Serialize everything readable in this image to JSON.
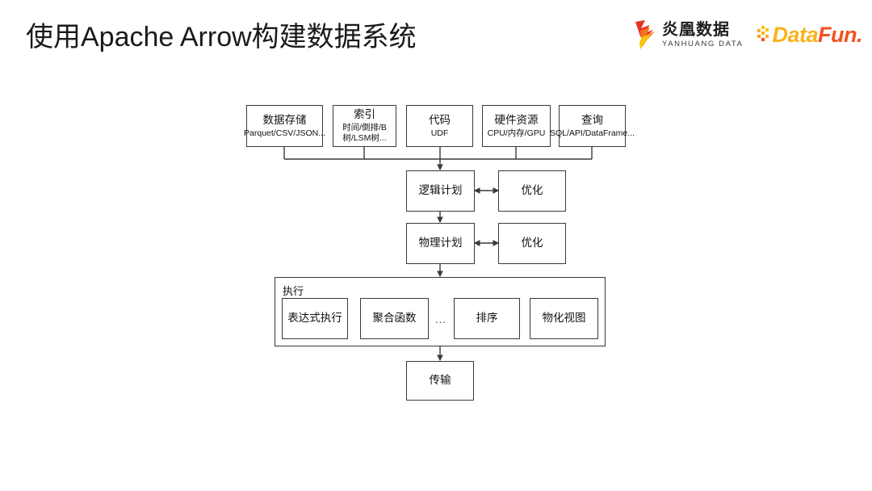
{
  "slide": {
    "title": "使用Apache Arrow构建数据系统",
    "background_color": "#ffffff",
    "text_color": "#111111",
    "line_color": "#3a3a3a"
  },
  "logos": {
    "yanhuang": {
      "cn": "炎凰数据",
      "en": "YANHUANG DATA",
      "mark_colors": [
        "#E8312A",
        "#F3761B",
        "#FBC20E"
      ]
    },
    "datafun": {
      "part1": "Data",
      "part2": "Fun.",
      "color1": "#F9B21D",
      "color2": "#F4511E"
    }
  },
  "diagram": {
    "inputs": [
      {
        "title": "数据存储",
        "subtitle": "Parquet/CSV/JSON..."
      },
      {
        "title": "索引",
        "subtitle": "时间/倒排/B树/LSM树..."
      },
      {
        "title": "代码",
        "subtitle": "UDF"
      },
      {
        "title": "硬件资源",
        "subtitle": "CPU/内存/GPU"
      },
      {
        "title": "查询",
        "subtitle": "SQL/API/DataFrame..."
      }
    ],
    "plans": [
      {
        "name": "逻辑计划",
        "optimize": "优化"
      },
      {
        "name": "物理计划",
        "optimize": "优化"
      }
    ],
    "execution": {
      "label": "执行",
      "items": [
        "表达式执行",
        "聚合函数",
        "排序",
        "物化视图"
      ],
      "separator": "..."
    },
    "output": {
      "name": "传输"
    }
  }
}
